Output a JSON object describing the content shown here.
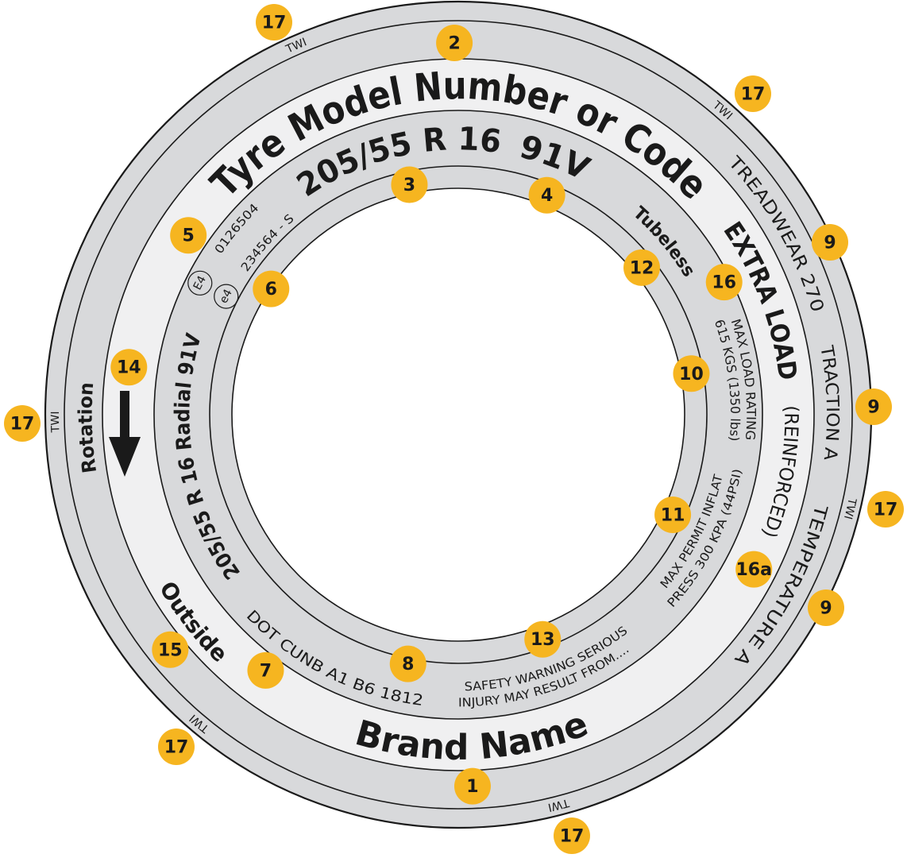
{
  "colors": {
    "band_gray": "#d8d9db",
    "band_light": "#f0f0f1",
    "line": "#1a1a1a",
    "text": "#1a1a1a",
    "badge": "#f6b520"
  },
  "sidewall": {
    "model": "Tyre Model Number or Code",
    "size": "205/55 R 16",
    "load_speed": "91V",
    "treadwear": "TREADWEAR 270",
    "traction": "TRACTION A",
    "temperature": "TEMPERATURE A",
    "twi": "TWI",
    "rotation": "Rotation",
    "size_radial": "205/55 R 16 Radial 91V",
    "approval_e_mark": "E4",
    "approval_e_number": "0126504",
    "approval_small_e_mark": "e4",
    "approval_small_e_number": "234564 - S",
    "tubeless": "Tubeless",
    "extra_load": "EXTRA LOAD",
    "reinforced": "(REINFORCED)",
    "max_load_line1": "MAX LOAD RATING",
    "max_load_line2": "615 KGS (1350 lbs)",
    "max_inflation_line1": "MAX PERMIT INFLAT",
    "max_inflation_line2": "PRESS 300 KPA (44PSI)",
    "brand": "Brand Name",
    "outside": "Outside",
    "dot_code": "DOT CUNB A1 B6  1812",
    "safety_line1": "SAFETY WARNING SERIOUS",
    "safety_line2": "INJURY MAY RESULT FROM....",
    "rotation_arrow_icon": "arrow-down-icon"
  },
  "badges": [
    "17",
    "2",
    "17",
    "3",
    "4",
    "5",
    "6",
    "12",
    "16",
    "9",
    "10",
    "14",
    "17",
    "9",
    "17",
    "11",
    "16a",
    "9",
    "15",
    "7",
    "8",
    "13",
    "17",
    "1",
    "17"
  ]
}
